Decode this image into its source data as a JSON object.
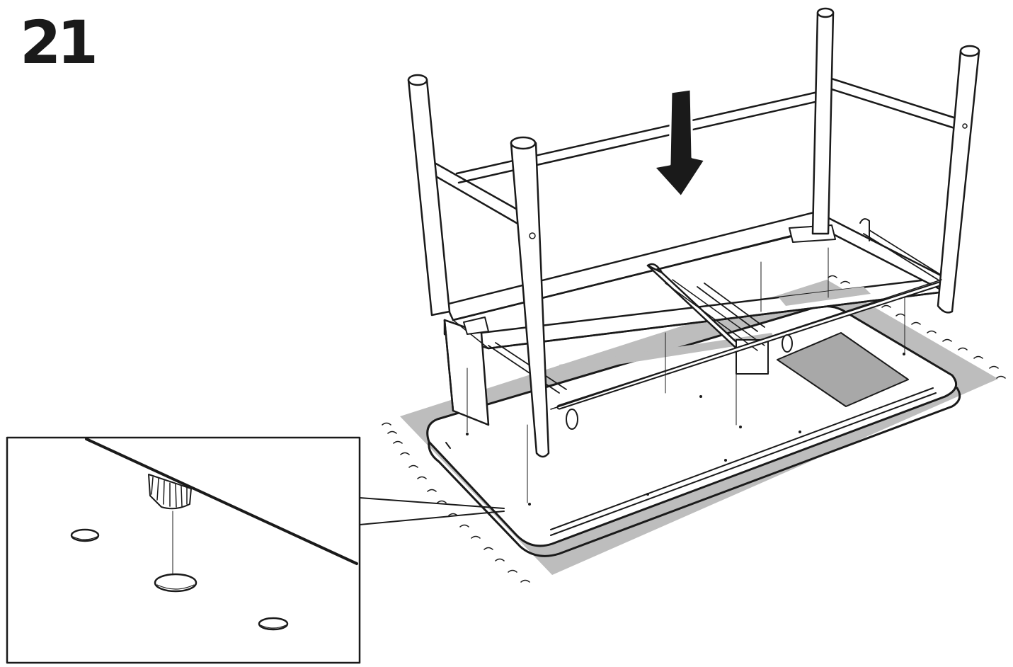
{
  "step": {
    "number": "21"
  },
  "diagram": {
    "action": "place-frame-onto-tabletop",
    "direction": "down",
    "colors": {
      "line": "#1a1a1a",
      "fill_gray": "#bdbdbd",
      "fill_dark_gray": "#a8a8a8",
      "background": "#ffffff"
    },
    "icons": [
      "down-arrow-icon",
      "table-frame",
      "tabletop",
      "detail-callout",
      "peg",
      "peg-hole"
    ]
  }
}
